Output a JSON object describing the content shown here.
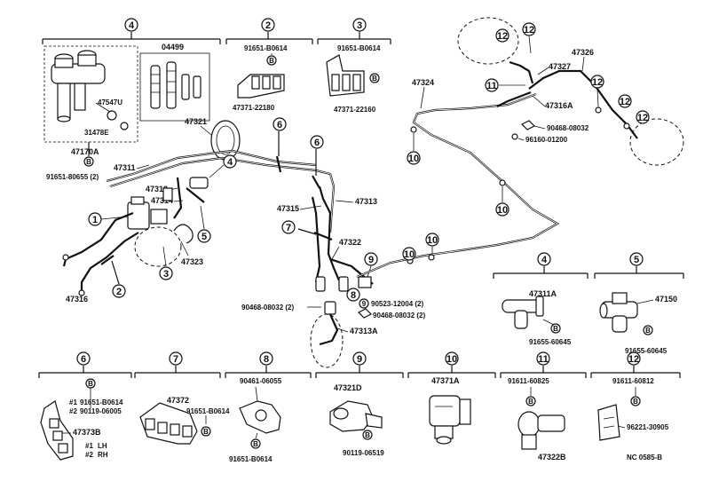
{
  "parts": {
    "p04499": "04499",
    "p47547U": "47547U",
    "p31478E": "31478E",
    "p47170A": "47170A",
    "p91651_80655_2": "91651-80655 (2)",
    "p91651_80614": "91651-B0614",
    "p47371_22180": "47371-22180",
    "p47371_22160": "47371-22160",
    "p47321": "47321",
    "p47311": "47311",
    "p47312": "47312",
    "p47314": "47314",
    "p47323": "47323",
    "p47316": "47316",
    "p47315": "47315",
    "p47313": "47313",
    "p47322": "47322",
    "p47324": "47324",
    "p47326": "47326",
    "p47327": "47327",
    "p47316A": "47316A",
    "p90468_08032": "90468-08032",
    "p96160_01200": "96160-01200",
    "p90468_08032_2": "90468-08032 (2)",
    "p90523_12004_2": "90523-12004 (2)",
    "p90468_08032_2b": "90468-08032 (2)",
    "p47313A": "47313A",
    "p47311A": "47311A",
    "p91655_60645": "91655-60645",
    "p47150": "47150",
    "p91655_60645b": "91655-60645",
    "p91651_80614_6": "91651-B0614",
    "p90119_06005": "90119-06005",
    "p47373B": "47373B",
    "p47372": "47372",
    "p91651_80614_7": "91651-B0614",
    "p90461_06055": "90461-06055",
    "p91651_80614_8": "91651-B0614",
    "p47321D": "47321D",
    "p90119_06519": "90119-06519",
    "p47371A": "47371A",
    "p91611_60825": "91611-60825",
    "p47322B": "47322B",
    "p91611_60812": "91611-60812",
    "p96221_30905": "96221-30905"
  },
  "marks": {
    "m1": "#1",
    "m2": "#2",
    "m1b": "#1",
    "m2b": "#2",
    "lh": "LH",
    "rh": "RH"
  },
  "callouts": {
    "c1": "1",
    "c2": "2",
    "c3": "3",
    "c4": "4",
    "c5": "5",
    "c6": "6",
    "c7": "7",
    "c8": "8",
    "c9": "9",
    "c10": "10",
    "c11": "11",
    "c12": "12",
    "B": "B"
  },
  "footer": {
    "code": "NC  0585-B"
  }
}
